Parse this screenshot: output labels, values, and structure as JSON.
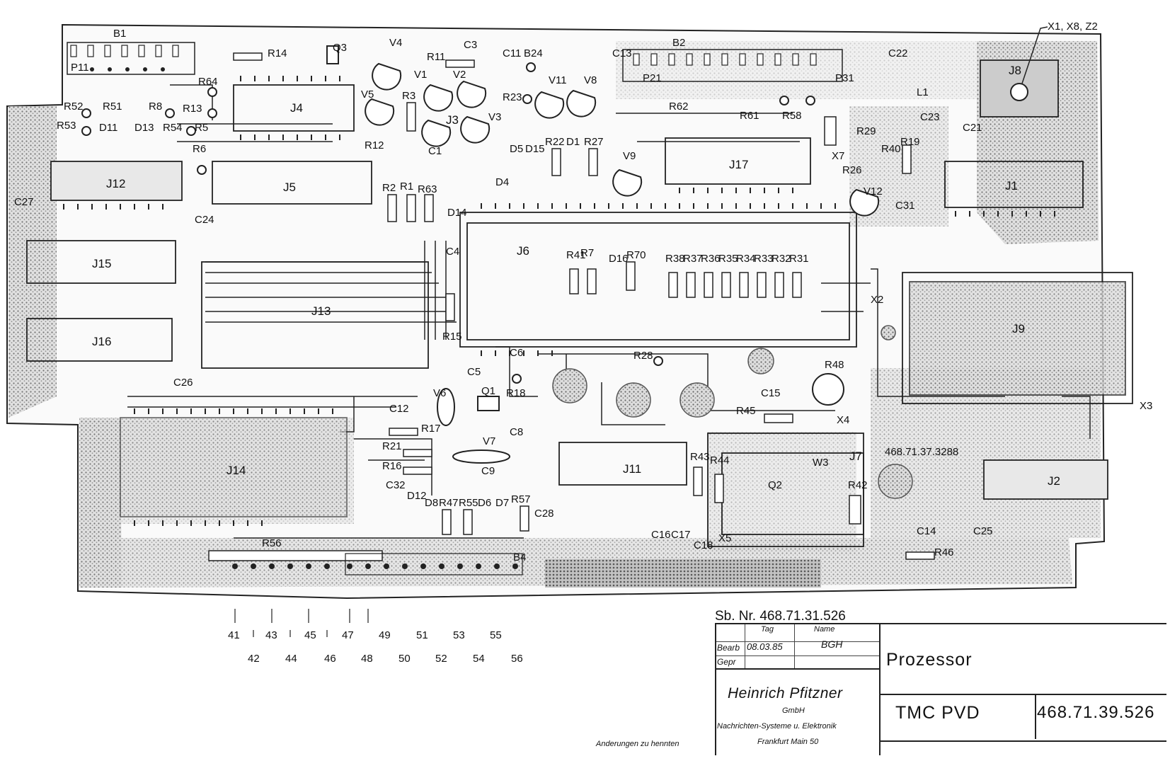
{
  "drawing": {
    "ref_number": "Sb. Nr. 468.71.31.526",
    "board_code_top_right": "X1, X8, Z2",
    "board_code_center": "468.71.37.3288",
    "bottom_note": "Anderungen zu hennten"
  },
  "title_block": {
    "label_bearb": "Bearb",
    "label_gepr": "Gepr",
    "col_tag": "Tag",
    "col_name": "Name",
    "date": "08.03.85",
    "signature": "BGH",
    "company": "Heinrich Pfitzner",
    "company_form": "GmbH",
    "company_line": "Nachrichten-Systeme u. Elektronik",
    "company_city": "Frankfurt Main 50",
    "title": "Prozessor",
    "product": "TMC PVD",
    "part_number": "468.71.39.526"
  },
  "components": {
    "ics": [
      "J4",
      "J12",
      "J5",
      "J15",
      "J16",
      "J13",
      "J6",
      "J17",
      "J1",
      "J9",
      "J14",
      "J11",
      "J7",
      "J2",
      "J3",
      "J8"
    ],
    "resistors": [
      "R14",
      "R11",
      "R3",
      "R12",
      "R2",
      "R1",
      "R63",
      "R52",
      "R51",
      "R8",
      "R13",
      "R53",
      "R54",
      "R5",
      "R6",
      "R64",
      "R23",
      "R22",
      "R27",
      "R62",
      "R61",
      "R58",
      "R29",
      "R40",
      "R19",
      "R26",
      "R15",
      "R41",
      "R7",
      "R70",
      "R38",
      "R37",
      "R36",
      "R35",
      "R34",
      "R33",
      "R32",
      "R31",
      "R28",
      "R48",
      "R45",
      "R18",
      "R17",
      "R21",
      "R16",
      "R47",
      "R55",
      "R57",
      "R43",
      "R44",
      "R42",
      "R46",
      "R56"
    ],
    "capacitors": [
      "C3",
      "C11",
      "C13",
      "C22",
      "C23",
      "C21",
      "C31",
      "C1",
      "C4",
      "C24",
      "C27",
      "C6",
      "C5",
      "C15",
      "C12",
      "C8",
      "C9",
      "C32",
      "C28",
      "C16",
      "C17",
      "C18",
      "C14",
      "C25",
      "C26"
    ],
    "diodes": [
      "D11",
      "D13",
      "D5",
      "D15",
      "D1",
      "D4",
      "D14",
      "D16",
      "D12",
      "D8",
      "D6",
      "D7"
    ],
    "transistors": [
      "V4",
      "V1",
      "V2",
      "V5",
      "V3",
      "V11",
      "V8",
      "V9",
      "V12",
      "V6",
      "V7"
    ],
    "others": [
      "Q3",
      "Q1",
      "Q2",
      "B1",
      "B2",
      "B24",
      "B4",
      "P11",
      "P21",
      "P31",
      "L1",
      "X7",
      "X2",
      "X3",
      "X4",
      "X5",
      "W3"
    ]
  },
  "pins": {
    "odd": [
      "41",
      "43",
      "45",
      "47",
      "49",
      "51",
      "53",
      "55"
    ],
    "even": [
      "42",
      "44",
      "46",
      "48",
      "50",
      "52",
      "54",
      "56"
    ]
  }
}
